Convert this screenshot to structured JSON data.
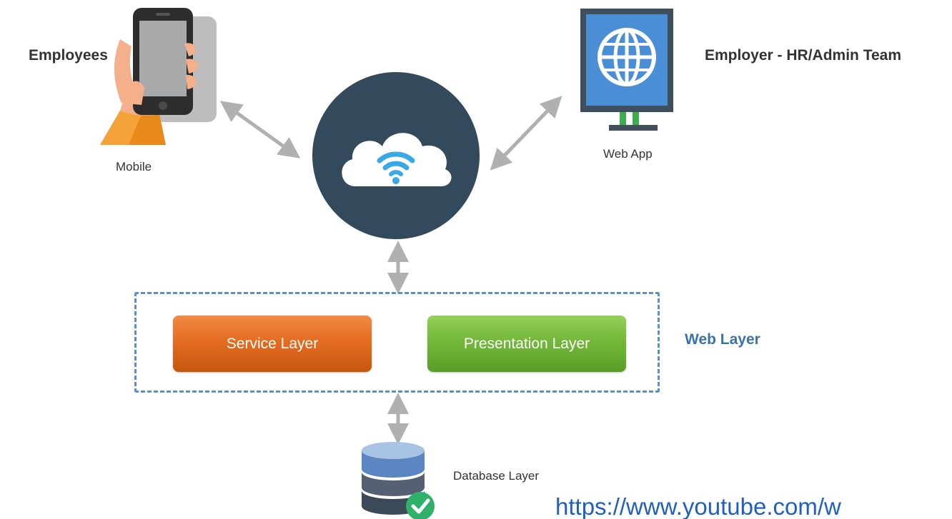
{
  "labels": {
    "employees": "Employees",
    "mobile": "Mobile",
    "employer": "Employer - HR/Admin Team",
    "web_app": "Web App",
    "service_layer": "Service Layer",
    "presentation_layer": "Presentation Layer",
    "web_layer": "Web Layer",
    "database_layer": "Database Layer",
    "url": "https://www.youtube.com/w"
  },
  "icons": {
    "mobile": "hand-holding-phone-icon",
    "cloud": "wifi-cloud-icon",
    "web": "globe-monitor-icon",
    "database": "database-check-icon"
  },
  "colors": {
    "cloud_circle": "#334a5c",
    "service_layer": "#e46d21",
    "presentation_layer": "#73b73a",
    "web_layer_frame": "#5b8fc7",
    "arrows": "#b0b0b0",
    "url": "#1f5fbf"
  }
}
